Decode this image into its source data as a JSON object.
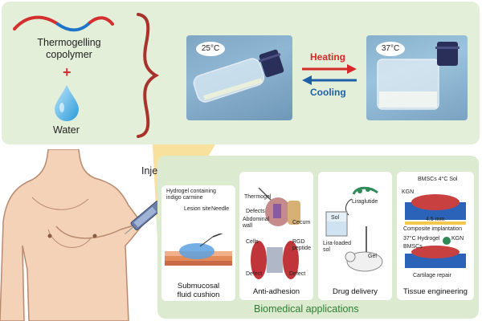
{
  "top": {
    "copolymer_label": "Thermogelling\ncopolymer",
    "plus": "+",
    "water_label": "Water",
    "temp_left": "25°C",
    "temp_right": "37°C",
    "heating": "Heating",
    "cooling": "Cooling"
  },
  "middle": {
    "injectable_title": "Injectable thermogel"
  },
  "cards": {
    "submucosal": {
      "hydrogel": "Hydrogel containing\nindigo carmine",
      "lesion": "Lesion site",
      "needle": "Needle",
      "caption": "Submucosal\nfluid cushion"
    },
    "antiadhesion": {
      "thermogel": "Thermogel",
      "defects": "Defects",
      "wall": "Abdominal\nwall",
      "cecum": "Cecum",
      "cells": "Cells",
      "rgd": "RGD\npeptide",
      "defect1": "Defect",
      "defect2": "Defect",
      "caption": "Anti-adhesion"
    },
    "drug": {
      "liraglutide": "Liraglutide",
      "sol": "Sol",
      "loaded": "Lira-loaded\nsol",
      "gel": "Gel",
      "caption": "Drug delivery"
    },
    "tissue": {
      "bmsc_sol": "BMSCs 4°C Sol",
      "kgn1": "KGN",
      "dim": "4.5 mm",
      "composite": "Composite implantation",
      "hydrogel37": "37°C Hydrogel",
      "bmscs": "BMSCs",
      "kgn2": "KGN",
      "repair": "Cartilage repair",
      "caption": "Tissue engineering"
    }
  },
  "bottom_title": "Biomedical applications",
  "colors": {
    "heating": "#d62828",
    "cooling": "#1f5fa8",
    "panel_top": "#e3efd9",
    "panel_bottom": "#dcebcf",
    "bracket": "#a8322c",
    "bottom_title": "#2e7d32"
  }
}
